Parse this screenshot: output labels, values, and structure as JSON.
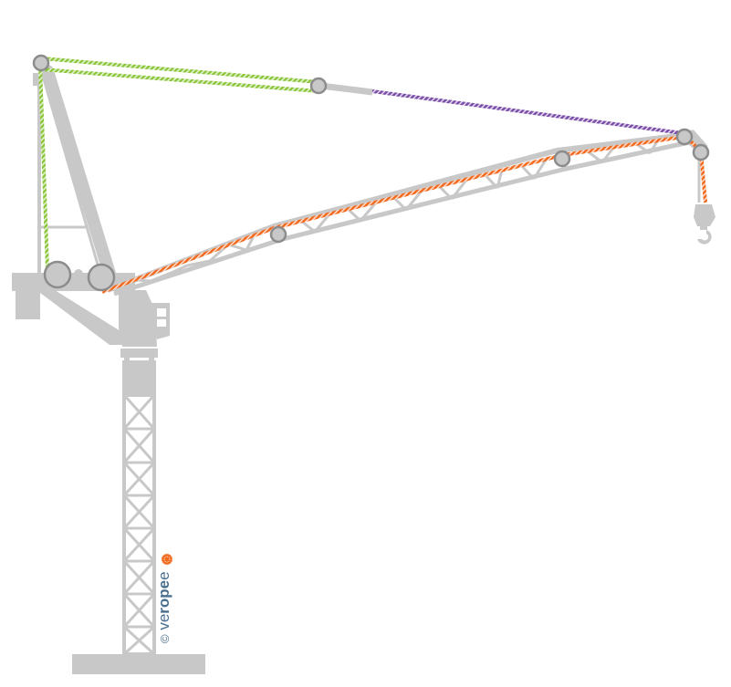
{
  "diagram": {
    "subject": "Luffing jib tower crane rope reeving",
    "colors": {
      "structure": "#c8c8c8",
      "sheave_fill": "#c8c8c8",
      "sheave_stroke": "#8c8c8c",
      "pendant_rope": "#8dc63f",
      "luffing_rope": "#7b4fa8",
      "hoist_rope": "#f26b21",
      "logo_text": "#4a6f8f",
      "logo_mark": "#f26b21"
    },
    "ropes": [
      {
        "name": "luffing-pendant-rope",
        "color": "#8dc63f"
      },
      {
        "name": "jib-pendant-rope",
        "color": "#7b4fa8"
      },
      {
        "name": "hoist-rope",
        "color": "#f26b21"
      }
    ]
  },
  "logo": {
    "copyright": "©",
    "prefix": "ve",
    "bold": "rope",
    "suffix": "e"
  }
}
